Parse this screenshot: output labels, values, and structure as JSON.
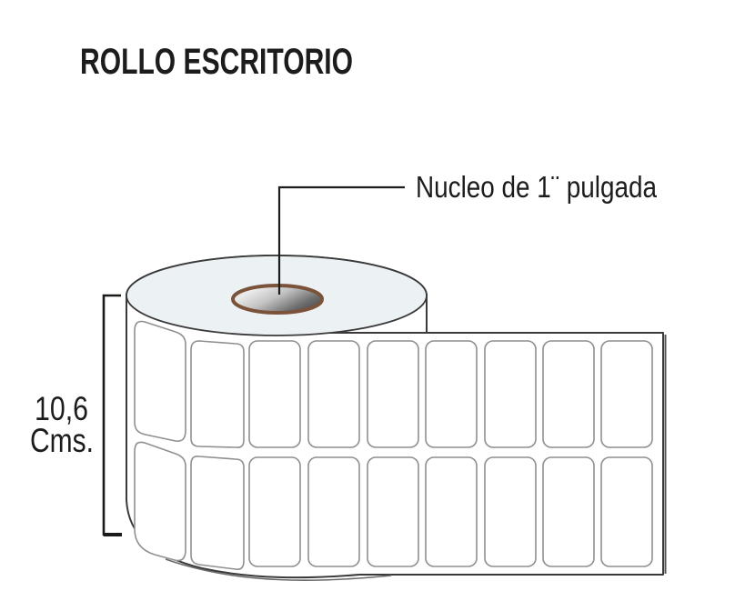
{
  "title": "ROLLO ESCRITORIO",
  "callout": {
    "label": "Nucleo de 1¨ pulgada"
  },
  "measurement": {
    "value": "10,6",
    "unit": "Cms."
  },
  "labels_grid": {
    "rows": 2,
    "flat_columns": 7,
    "curved_columns": 2,
    "total_columns": 9
  },
  "colors": {
    "outline": "#3a3a3a",
    "annotation_line": "#1c1c1c",
    "label_stroke": "#8f8f8f",
    "roll_top_fill": "#ecf1f4",
    "core_ring_brown": "#7b523a",
    "core_gradient_dark": "#4a4a4a",
    "background": "#ffffff"
  }
}
